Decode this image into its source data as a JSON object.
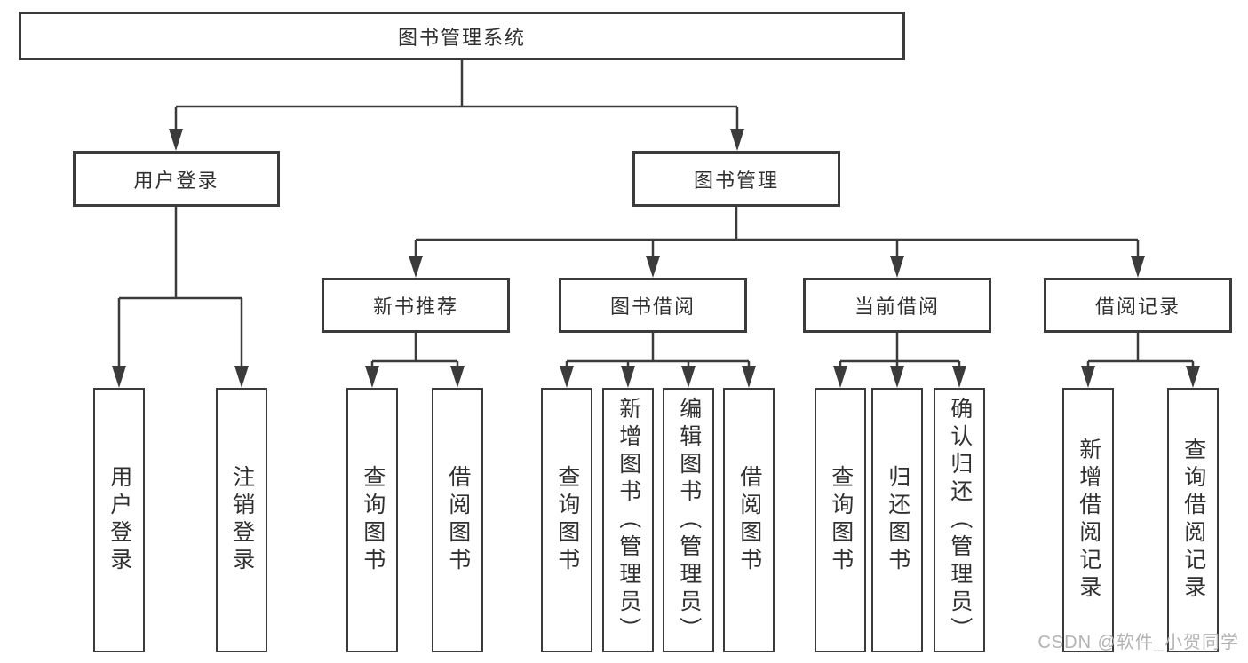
{
  "diagram_title": "图书管理系统",
  "nodes": {
    "root": {
      "label": "图书管理系统"
    },
    "user_login": {
      "label": "用户登录"
    },
    "book_mgmt": {
      "label": "图书管理"
    },
    "new_book_rec": {
      "label": "新书推荐"
    },
    "book_borrow": {
      "label": "图书借阅"
    },
    "current_borrow": {
      "label": "当前借阅"
    },
    "borrow_records": {
      "label": "借阅记录"
    },
    "leaf_user_login": {
      "label": "用户登录"
    },
    "leaf_logout": {
      "label": "注销登录"
    },
    "leaf_query_book_1": {
      "label": "查询图书"
    },
    "leaf_borrow_book_1": {
      "label": "借阅图书"
    },
    "leaf_query_book_2": {
      "label": "查询图书"
    },
    "leaf_add_book": {
      "label": "新增图书（管理员）"
    },
    "leaf_edit_book": {
      "label": "编辑图书（管理员）"
    },
    "leaf_borrow_book_2": {
      "label": "借阅图书"
    },
    "leaf_query_book_3": {
      "label": "查询图书"
    },
    "leaf_return_book": {
      "label": "归还图书"
    },
    "leaf_confirm_return": {
      "label": "确认归还（管理员）"
    },
    "leaf_add_record": {
      "label": "新增借阅记录"
    },
    "leaf_query_record": {
      "label": "查询借阅记录"
    }
  },
  "hierarchy": {
    "root": [
      "user_login",
      "book_mgmt"
    ],
    "user_login": [
      "leaf_user_login",
      "leaf_logout"
    ],
    "book_mgmt": [
      "new_book_rec",
      "book_borrow",
      "current_borrow",
      "borrow_records"
    ],
    "new_book_rec": [
      "leaf_query_book_1",
      "leaf_borrow_book_1"
    ],
    "book_borrow": [
      "leaf_query_book_2",
      "leaf_add_book",
      "leaf_edit_book",
      "leaf_borrow_book_2"
    ],
    "current_borrow": [
      "leaf_query_book_3",
      "leaf_return_book",
      "leaf_confirm_return"
    ],
    "borrow_records": [
      "leaf_add_record",
      "leaf_query_record"
    ]
  },
  "watermark": {
    "text": "CSDN @软件_小贺同学"
  },
  "colors": {
    "line": "#3b3b3b",
    "box_border": "#3b3b3b",
    "text": "#303030",
    "background": "#ffffff",
    "watermark": "#b3b3b3"
  }
}
